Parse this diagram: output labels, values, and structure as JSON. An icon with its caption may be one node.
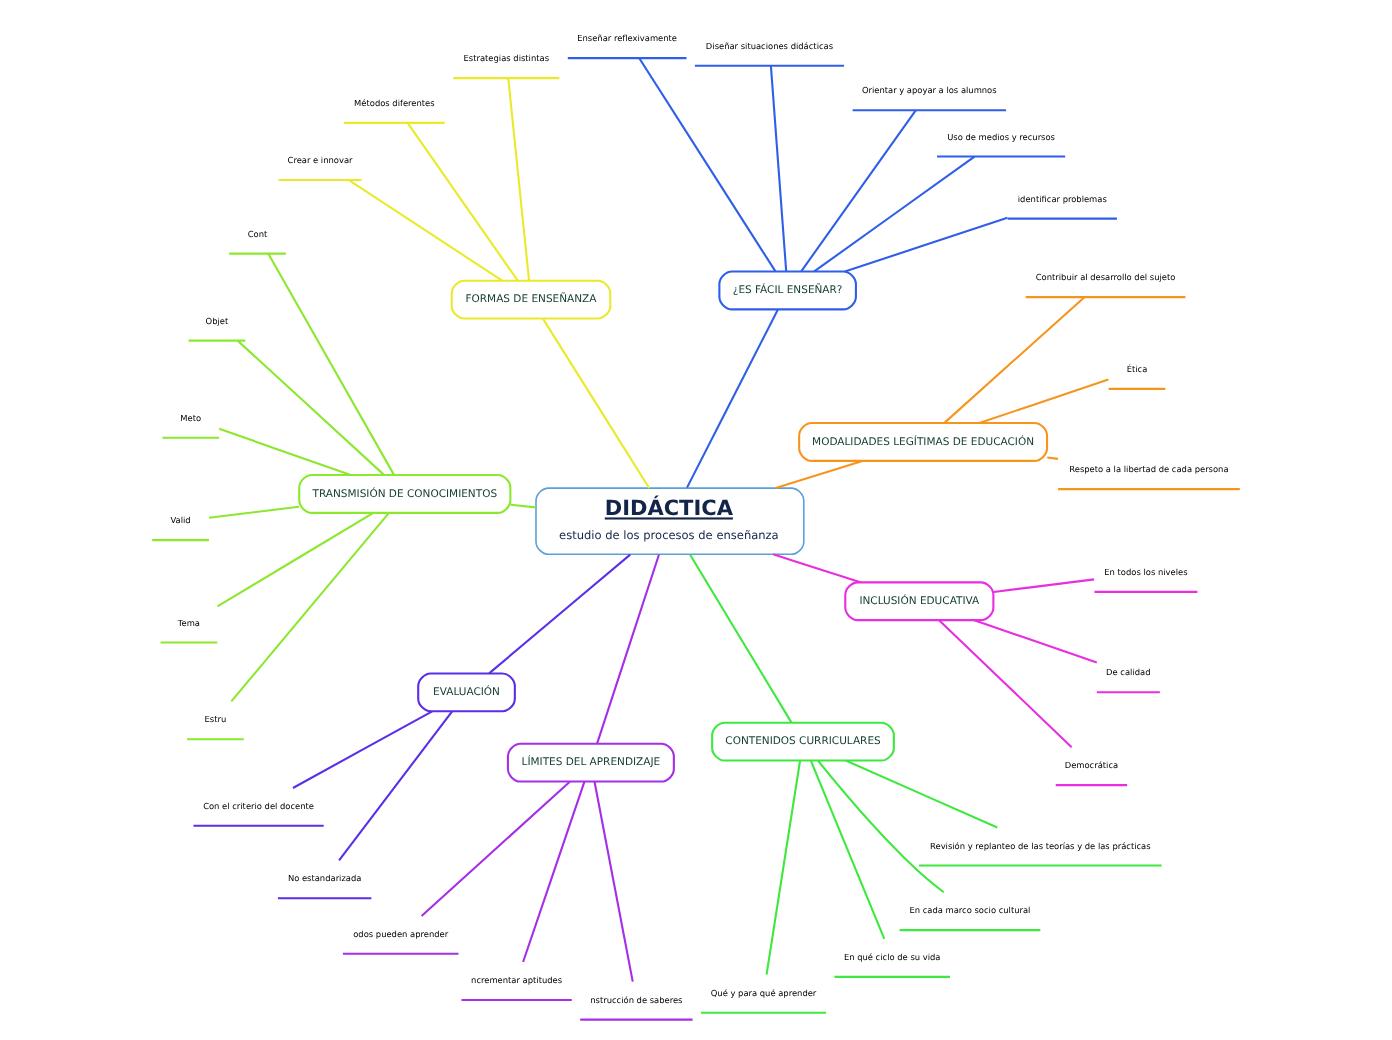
{
  "diagram": {
    "nodes": [
      {
        "text": [
          "DIDÁCTICA",
          "estudio de los procesos de enseñanza"
        ]
      },
      {
        "text": [
          "MODALIDADES LEGÍTIMAS DE EDUCACIÓN"
        ]
      },
      {
        "text": [
          "Respeto a la libertad de cada persona"
        ]
      },
      {
        "text": [
          "Ética"
        ]
      },
      {
        "text": [
          "Contribuir al desarrollo del sujeto"
        ]
      },
      {
        "text": [
          "¿ES FÁCIL ENSEÑAR?"
        ]
      },
      {
        "text": [
          "identificar problemas"
        ]
      },
      {
        "text": [
          "Uso de medios y recursos"
        ]
      },
      {
        "text": [
          "Orientar y apoyar a los alumnos"
        ]
      },
      {
        "text": [
          "Diseñar situaciones didácticas"
        ]
      },
      {
        "text": [
          "Enseñar reflexivamente"
        ]
      },
      {
        "text": [
          "FORMAS DE ENSEÑANZA"
        ]
      },
      {
        "text": [
          "Estrategias distintas"
        ]
      },
      {
        "text": [
          "Métodos diferentes"
        ]
      },
      {
        "text": [
          "Crear e innovar"
        ]
      },
      {
        "text": [
          "TRANSMISIÓN DE CONOCIMIENTOS"
        ]
      },
      {
        "text": [
          "Cont"
        ]
      },
      {
        "text": [
          "Objet"
        ]
      },
      {
        "text": [
          "Meto"
        ]
      },
      {
        "text": [
          "Valid"
        ]
      },
      {
        "text": [
          "Tema"
        ]
      },
      {
        "text": [
          "Estru"
        ]
      },
      {
        "text": [
          "EVALUACIÓN"
        ]
      },
      {
        "text": [
          "Con el criterio del docente"
        ]
      },
      {
        "text": [
          "No estandarizada"
        ]
      },
      {
        "text": [
          "LÍMITES DEL APRENDIZAJE"
        ]
      },
      {
        "text": [
          "odos pueden aprender"
        ]
      },
      {
        "text": [
          "ncrementar aptitudes"
        ]
      },
      {
        "text": [
          "nstrucción de saberes"
        ]
      },
      {
        "text": [
          "CONTENIDOS CURRICULARES"
        ]
      },
      {
        "text": [
          "Qué y para qué aprender"
        ]
      },
      {
        "text": [
          "En qué ciclo de su vida"
        ]
      },
      {
        "text": [
          "En cada marco socio cultural"
        ]
      },
      {
        "text": [
          "Revisión y replanteo de las teorías y de las prácticas"
        ]
      },
      {
        "text": [
          "INCLUSIÓN EDUCATIVA"
        ]
      },
      {
        "text": [
          "Democrática"
        ]
      },
      {
        "text": [
          "De calidad"
        ]
      },
      {
        "text": [
          "En todos los niveles"
        ]
      }
    ],
    "edges": [
      {
        "from": 0,
        "to": 1,
        "arrow": "none",
        "color": "#f7941d"
      },
      {
        "from": 1,
        "to": 2,
        "arrow": "none",
        "color": "#f7941d"
      },
      {
        "from": 1,
        "to": 3,
        "arrow": "none",
        "color": "#f7941d"
      },
      {
        "from": 1,
        "to": 4,
        "arrow": "none",
        "color": "#f7941d"
      },
      {
        "from": 0,
        "to": 5,
        "arrow": "none",
        "color": "#2f5fe8"
      },
      {
        "from": 5,
        "to": 6,
        "arrow": "none",
        "color": "#2f5fe8"
      },
      {
        "from": 5,
        "to": 7,
        "arrow": "none",
        "color": "#2f5fe8"
      },
      {
        "from": 5,
        "to": 8,
        "arrow": "none",
        "color": "#2f5fe8"
      },
      {
        "from": 5,
        "to": 9,
        "arrow": "none",
        "color": "#2f5fe8"
      },
      {
        "from": 5,
        "to": 10,
        "arrow": "none",
        "color": "#2f5fe8"
      },
      {
        "from": 0,
        "to": 11,
        "arrow": "none",
        "color": "#eaea2a"
      },
      {
        "from": 11,
        "to": 12,
        "arrow": "none",
        "color": "#eaea2a"
      },
      {
        "from": 11,
        "to": 13,
        "arrow": "none",
        "color": "#eaea2a"
      },
      {
        "from": 11,
        "to": 14,
        "arrow": "none",
        "color": "#eaea2a"
      },
      {
        "from": 0,
        "to": 15,
        "arrow": "none",
        "color": "#8be82e"
      },
      {
        "from": 15,
        "to": 16,
        "arrow": "none",
        "color": "#8be82e"
      },
      {
        "from": 15,
        "to": 17,
        "arrow": "none",
        "color": "#8be82e"
      },
      {
        "from": 15,
        "to": 18,
        "arrow": "none",
        "color": "#8be82e"
      },
      {
        "from": 15,
        "to": 19,
        "arrow": "none",
        "color": "#8be82e"
      },
      {
        "from": 15,
        "to": 20,
        "arrow": "none",
        "color": "#8be82e"
      },
      {
        "from": 15,
        "to": 21,
        "arrow": "none",
        "color": "#8be82e"
      },
      {
        "from": 0,
        "to": 22,
        "arrow": "none",
        "color": "#5b2ee8"
      },
      {
        "from": 22,
        "to": 23,
        "arrow": "none",
        "color": "#5b2ee8"
      },
      {
        "from": 22,
        "to": 24,
        "arrow": "none",
        "color": "#5b2ee8"
      },
      {
        "from": 0,
        "to": 25,
        "arrow": "none",
        "color": "#a52ee8"
      },
      {
        "from": 25,
        "to": 26,
        "arrow": "none",
        "color": "#a52ee8"
      },
      {
        "from": 25,
        "to": 27,
        "arrow": "none",
        "color": "#a52ee8"
      },
      {
        "from": 25,
        "to": 28,
        "arrow": "none",
        "color": "#a52ee8"
      },
      {
        "from": 0,
        "to": 29,
        "arrow": "none",
        "color": "#3ee83e"
      },
      {
        "from": 29,
        "to": 30,
        "arrow": "none",
        "color": "#3ee83e"
      },
      {
        "from": 29,
        "to": 31,
        "arrow": "none",
        "color": "#3ee83e"
      },
      {
        "from": 29,
        "to": 32,
        "arrow": "none",
        "color": "#3ee83e"
      },
      {
        "from": 29,
        "to": 33,
        "arrow": "none",
        "color": "#3ee83e"
      },
      {
        "from": 0,
        "to": 34,
        "arrow": "none",
        "color": "#e82ee0"
      },
      {
        "from": 34,
        "to": 35,
        "arrow": "none",
        "color": "#e82ee0"
      },
      {
        "from": 34,
        "to": 36,
        "arrow": "none",
        "color": "#e82ee0"
      },
      {
        "from": 34,
        "to": 37,
        "arrow": "none",
        "color": "#e82ee0"
      }
    ]
  }
}
